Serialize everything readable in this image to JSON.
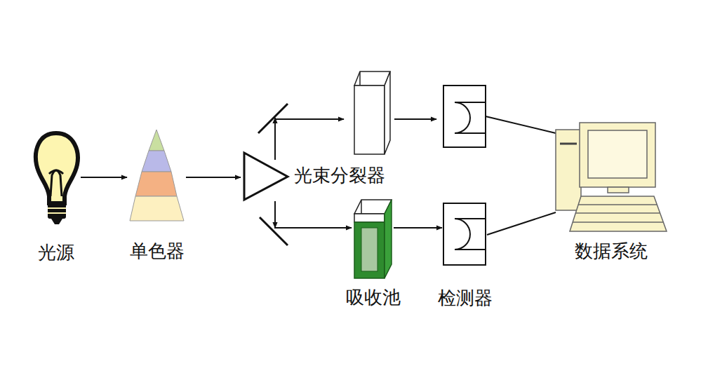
{
  "diagram": {
    "nodes": [
      {
        "text": [
          "光源"
        ]
      },
      {
        "text": [
          "单色器"
        ]
      },
      {
        "text": [
          "光束分裂器"
        ]
      },
      {
        "text": [
          "吸收池"
        ]
      },
      {
        "text": [
          "检测器"
        ]
      },
      {
        "text": [
          "数据系统"
        ]
      }
    ],
    "edges": [
      {
        "from": 0,
        "to": 1,
        "arrow": "to"
      },
      {
        "from": 1,
        "to": 2,
        "arrow": "to"
      },
      {
        "from": 2,
        "to": 3,
        "arrow": "to"
      },
      {
        "from": 3,
        "to": 4,
        "arrow": "to"
      },
      {
        "from": 4,
        "to": 5,
        "arrow": "none"
      }
    ]
  }
}
